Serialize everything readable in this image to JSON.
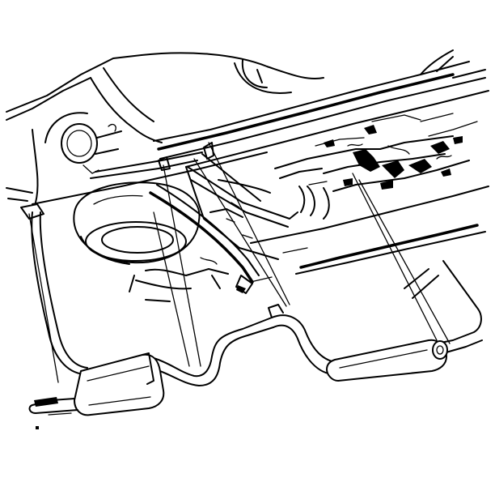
{
  "illustration": {
    "subject": "underbody-exhaust-system-line-drawing",
    "parts": [
      "body-panel",
      "spare-tire",
      "frame-rails",
      "crossmember",
      "fuel-tank",
      "transmission-area",
      "exhaust-pipe",
      "muffler",
      "resonator",
      "tailpipe",
      "hanger-leader-lines"
    ]
  },
  "colors": {
    "ink": "#000000",
    "paper": "#ffffff"
  }
}
